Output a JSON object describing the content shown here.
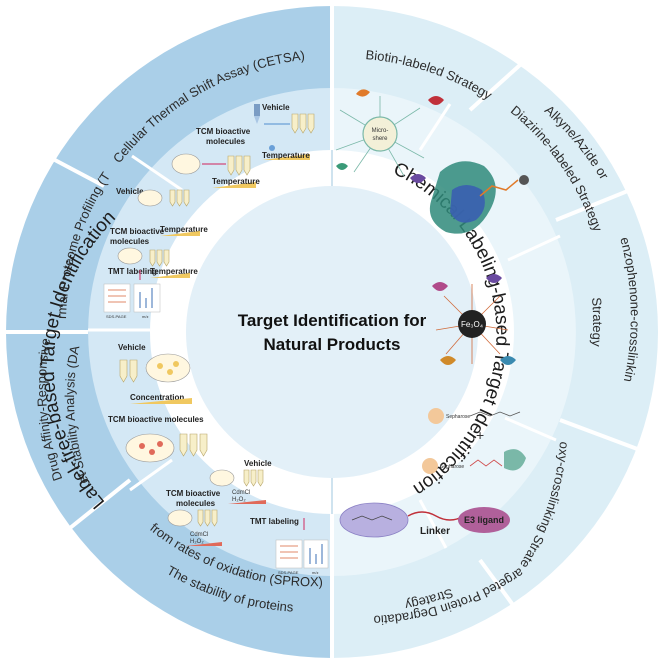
{
  "center": {
    "line1": "Target Identification for",
    "line2": "Natural Products"
  },
  "middle_ring": {
    "left": "Label-free-based Target Identification",
    "right": "Chemical Labeling-based Target Identification"
  },
  "outer_ring": {
    "cetsa": "Cellular Thermal Shift Assay (CETSA)",
    "tpp": "Thermal Proteome Profiling (TPP)",
    "darts1": "Drug Affinity-Responsive",
    "darts2": "Target Stability Analysis (DARTS)",
    "sprox1": "The stability of proteins",
    "sprox2": "from rates of oxidation (SPROX)",
    "biotin": "Biotin-labeled Strategy",
    "alkyne1": "Alkyne/Azide or",
    "alkyne2": "Diazirine-labeled Strategy",
    "benzo1": "Benzophenone-crosslinking",
    "benzo2": "Strategy",
    "epoxy": "Epoxy-crosslinking Strategy",
    "tpd1": "Targeted Protein Degradation",
    "tpd2": "Strategy"
  },
  "inner_left": {
    "cetsa_vehicle": "Vehicle",
    "cetsa_tcm1": "TCM bioactive",
    "cetsa_tcm2": "molecules",
    "cetsa_temp1": "Temperature",
    "cetsa_temp2": "Temperature",
    "tpp_vehicle": "Vehicle",
    "tpp_tcm1": "TCM bioactive",
    "tpp_tcm2": "molecules",
    "tpp_temp1": "Temperature",
    "tpp_temp2": "Temperature",
    "tpp_tmt": "TMT labeling",
    "tpp_sds": "SDS-PAGE",
    "tpp_mz": "m/z",
    "darts_vehicle": "Vehicle",
    "darts_conc": "Concentration",
    "darts_tcm": "TCM bioactive molecules",
    "sprox_vehicle": "Vehicle",
    "sprox_tcm1": "TCM bioactive",
    "sprox_tcm2": "molecules",
    "sprox_cdm1": "CdmCl",
    "sprox_h2o2_1": "H₂O₂",
    "sprox_cdm2": "CdmCl",
    "sprox_h2o2_2": "H₂O₂",
    "sprox_tmt": "TMT labeling",
    "sprox_sds": "SDS-PAGE",
    "sprox_mz": "m/z"
  },
  "inner_right": {
    "microsphere1": "Micro-",
    "microsphere2": "shere",
    "fe3o4": "Fe₃O₄",
    "sepharose1": "Sepharose",
    "sepharose2": "Sepharose",
    "linker": "Linker",
    "e3": "E3 ligand"
  },
  "colors": {
    "left_outer": "#aacfe8",
    "left_inner": "#d4e8f5",
    "right_outer": "#dceef6",
    "right_inner": "#eaf5fa",
    "middle_ring": "#ffffff",
    "center": "#e3f0f8"
  }
}
